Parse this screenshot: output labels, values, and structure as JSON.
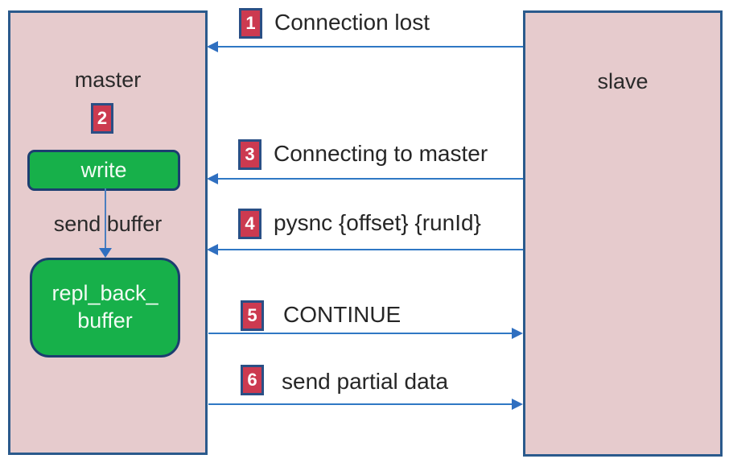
{
  "diagram": {
    "nodes": {
      "master": {
        "label": "master",
        "step_badge": "2",
        "write_label": "write",
        "send_buffer_label": "send buffer",
        "repl_buffer_label": "repl_back_\nbuffer"
      },
      "slave": {
        "label": "slave"
      }
    },
    "messages": [
      {
        "num": "1",
        "label": "Connection lost",
        "from": "slave",
        "to": "master"
      },
      {
        "num": "3",
        "label": "Connecting to master",
        "from": "slave",
        "to": "master"
      },
      {
        "num": "4",
        "label": "pysnc {offset} {runId}",
        "from": "slave",
        "to": "master"
      },
      {
        "num": "5",
        "label": "CONTINUE",
        "from": "master",
        "to": "slave"
      },
      {
        "num": "6",
        "label": "send partial data",
        "from": "master",
        "to": "slave"
      }
    ],
    "colors": {
      "node_fill": "#e6cbcd",
      "node_border": "#2b5a8c",
      "green_fill": "#17b04a",
      "green_border": "#1c3e70",
      "badge_fill": "#cc3a50",
      "badge_border": "#2a4f85",
      "arrow": "#2f78c4",
      "text": "#262626",
      "background": "#ffffff"
    }
  }
}
